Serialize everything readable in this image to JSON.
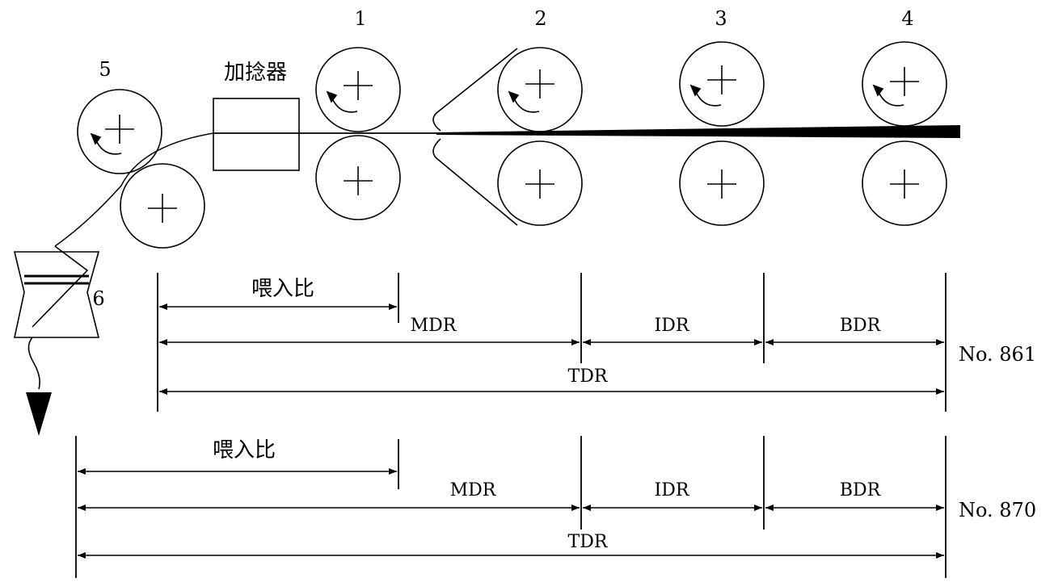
{
  "rollers": {
    "pair_1": "1",
    "pair_2": "2",
    "pair_3": "3",
    "pair_4": "4",
    "pair_5": "5",
    "winder_6": "6"
  },
  "twister_label": "加捻器",
  "machines": [
    {
      "name": "No. 861",
      "feed_ratio": "喂入比",
      "mdr": "MDR",
      "idr": "IDR",
      "bdr": "BDR",
      "tdr": "TDR"
    },
    {
      "name": "No. 870",
      "feed_ratio": "喂入比",
      "mdr": "MDR",
      "idr": "IDR",
      "bdr": "BDR",
      "tdr": "TDR"
    }
  ],
  "colors": {
    "line": "#000000",
    "background": "#ffffff"
  }
}
